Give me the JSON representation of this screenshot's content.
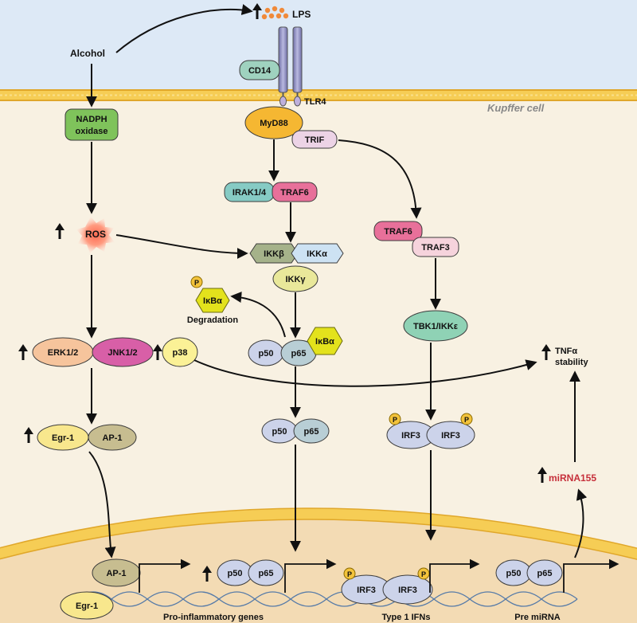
{
  "labels": {
    "lps": "LPS",
    "alcohol": "Alcohol",
    "cd14": "CD14",
    "tlr4": "TLR4",
    "kupffer": "Kupffer cell",
    "nadph_line1": "NADPH",
    "nadph_line2": "oxidase",
    "myd88": "MyD88",
    "trif": "TRIF",
    "irak": "IRAK1/4",
    "traf6_a": "TRAF6",
    "traf6_b": "TRAF6",
    "traf3": "TRAF3",
    "ros": "ROS",
    "ikkb": "IKKβ",
    "ikka": "IKKα",
    "ikkg": "IKKγ",
    "ikba_deg": "IκBα",
    "degradation": "Degradation",
    "p_mark": "P",
    "tbk1": "TBK1/IKKε",
    "erk": "ERK1/2",
    "jnk": "JNK1/2",
    "p38": "p38",
    "p50": "p50",
    "p65": "p65",
    "ikba": "IκBα",
    "tnf_line1": "TNFα",
    "tnf_line2": "stability",
    "irf3": "IRF3",
    "egr1": "Egr-1",
    "ap1": "AP-1",
    "mirna155": "miRNA155",
    "pro_inflammatory": "Pro-inflammatory genes",
    "type1_ifns": "Type 1 IFNs",
    "pre_mirna": "Pre miRNA"
  },
  "colors": {
    "extracellular": "#dde9f6",
    "cytoplasm": "#f8f1e2",
    "nucleus": "#f3dbb4",
    "membrane": "#f6cd55",
    "lps_dots": "#f08a3a",
    "mirna_text": "#c62f3a"
  }
}
